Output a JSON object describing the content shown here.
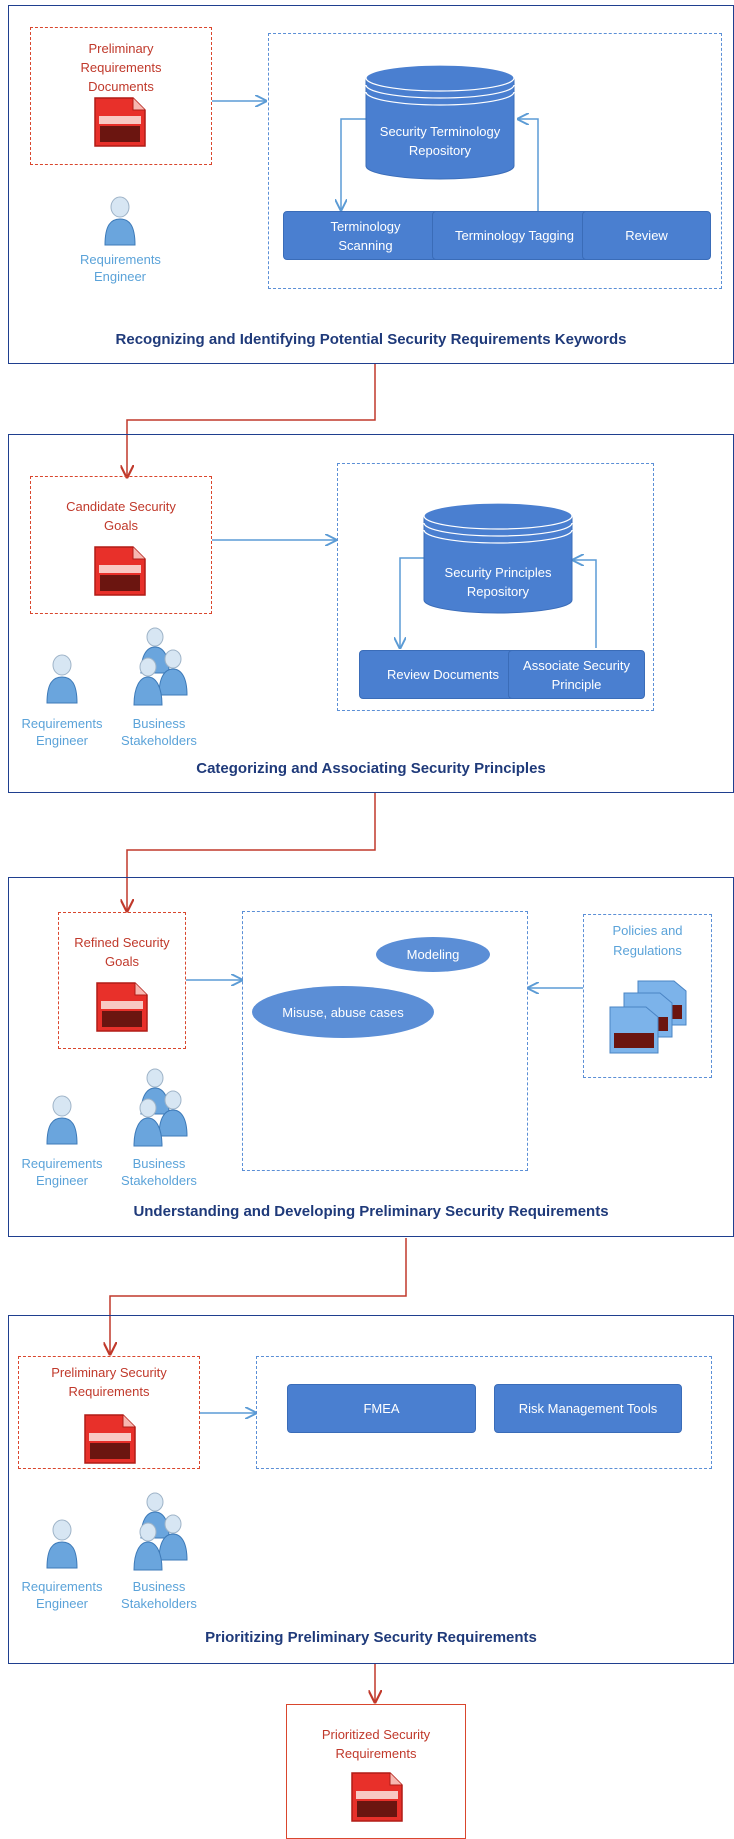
{
  "phases": [
    {
      "title": "Recognizing and Identifying Potential Security Requirements Keywords",
      "input_doc": "Preliminary Requirements Documents",
      "repository": "Security Terminology Repository",
      "processes": [
        "Terminology Scanning",
        "Terminology Tagging",
        "Review"
      ],
      "roles": [
        "Requirements Engineer"
      ]
    },
    {
      "title": "Categorizing and Associating Security Principles",
      "input_doc": "Candidate Security Goals",
      "repository": "Security Principles Repository",
      "processes": [
        "Review Documents",
        "Associate Security Principle"
      ],
      "roles": [
        "Requirements Engineer",
        "Business Stakeholders"
      ]
    },
    {
      "title": "Understanding and Developing Preliminary Security Requirements",
      "input_doc": "Refined Security Goals",
      "activities": [
        "Modeling",
        "Misuse, abuse cases"
      ],
      "external": "Policies and Regulations",
      "roles": [
        "Requirements Engineer",
        "Business Stakeholders"
      ]
    },
    {
      "title": "Prioritizing Preliminary Security Requirements",
      "input_doc": "Preliminary Security Requirements",
      "processes": [
        "FMEA",
        "Risk Management Tools"
      ],
      "roles": [
        "Requirements Engineer",
        "Business Stakeholders"
      ]
    }
  ],
  "output_doc": "Prioritized Security Requirements",
  "colors": {
    "phase_border": "#1f3f8f",
    "red": "#d9462d",
    "blue_dash": "#5b8fd6",
    "process": "#4a7fd0",
    "role_text": "#5ba3d9"
  }
}
